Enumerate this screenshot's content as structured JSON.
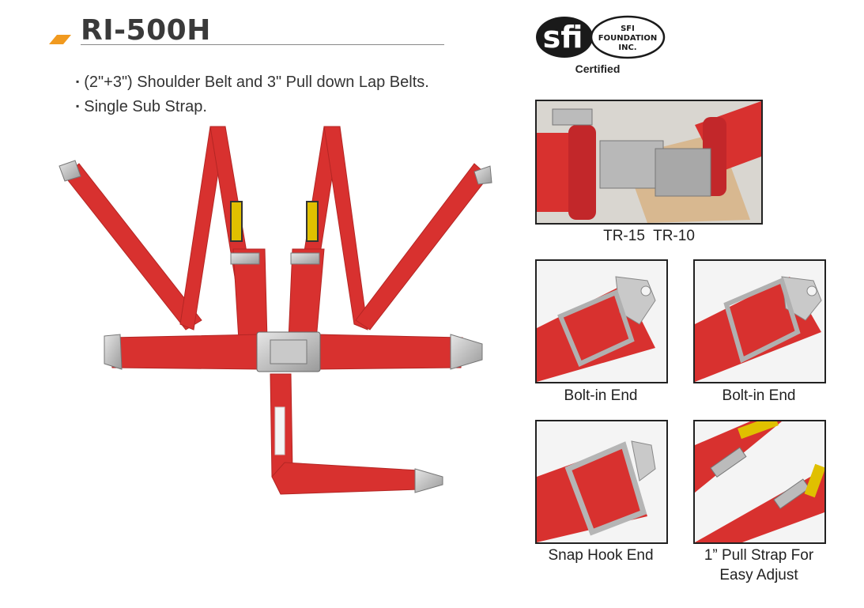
{
  "header": {
    "title": "RI-500H",
    "accent_color": "#f19a1f"
  },
  "features": [
    "(2\"+3\") Shoulder Belt and 3\" Pull down Lap Belts.",
    "Single Sub Strap."
  ],
  "bullet_glyph": "▪",
  "badge": {
    "mark": "sfi",
    "line1": "SFI",
    "line2": "FOUNDATION",
    "line3": "INC.",
    "certified": "Certified"
  },
  "strap_color": "#d8312f",
  "photos": [
    {
      "icon": "buckle-detail-image",
      "caption": "TR-15  TR-10"
    },
    {
      "icon": "bolt-in-end-image",
      "caption": "Bolt-in End"
    },
    {
      "icon": "bolt-in-end-image",
      "caption": "Bolt-in End"
    },
    {
      "icon": "snap-hook-end-image",
      "caption": "Snap Hook End"
    },
    {
      "icon": "pull-strap-image",
      "caption_line1": "1” Pull Strap For",
      "caption_line2": "Easy Adjust"
    }
  ]
}
